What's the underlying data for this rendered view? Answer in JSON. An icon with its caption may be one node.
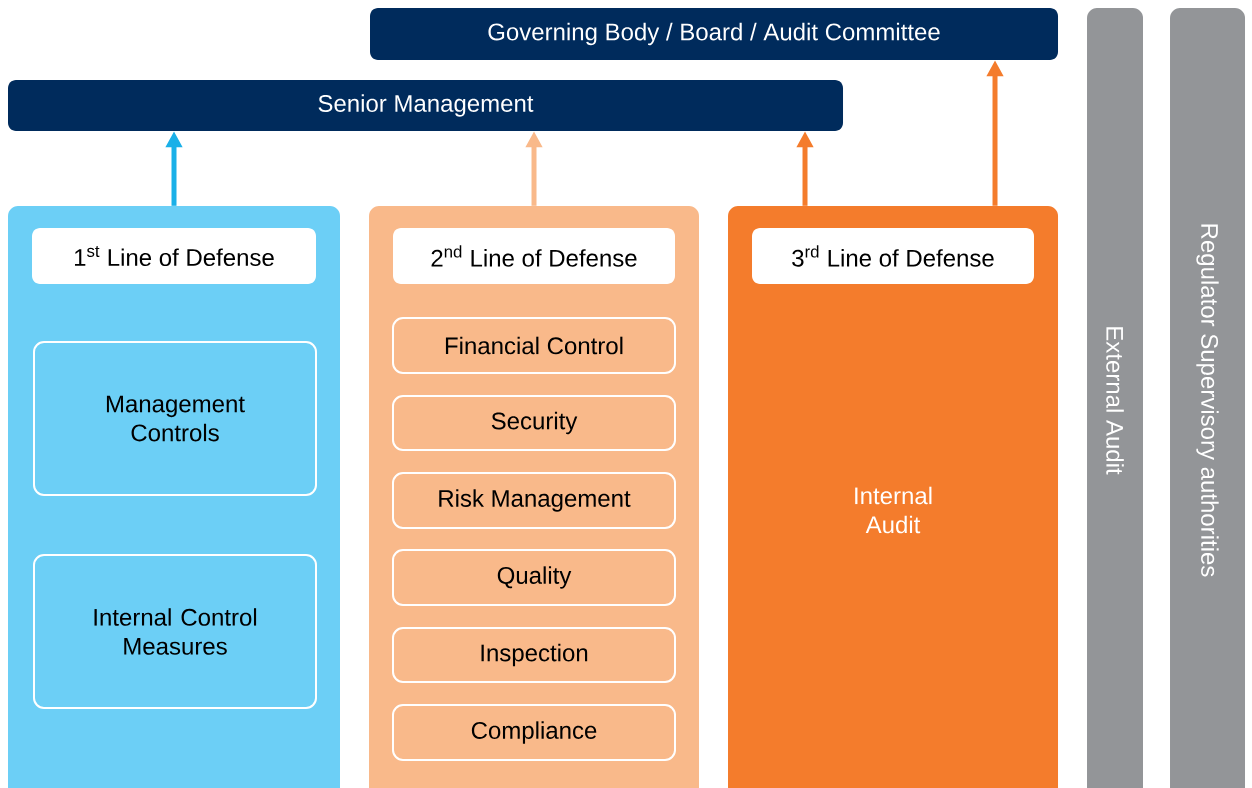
{
  "diagram": {
    "nodes": [
      {
        "text": [
          "Governing Body / Board / Audit Committee"
        ]
      },
      {
        "text": [
          "Senior Management"
        ]
      },
      {
        "text": [
          "1$^{st}$ Line of Defense"
        ]
      },
      {
        "text": [
          "Management Controls"
        ],
        "in": 2
      },
      {
        "text": [
          "Internal Control Measures"
        ],
        "in": 2
      },
      {
        "text": [
          "2$^{nd}$ Line of Defense"
        ]
      },
      {
        "text": [
          "Financial Control"
        ],
        "in": 5
      },
      {
        "text": [
          "Security"
        ],
        "in": 5
      },
      {
        "text": [
          "Risk Management"
        ],
        "in": 5
      },
      {
        "text": [
          "Quality"
        ],
        "in": 5
      },
      {
        "text": [
          "Inspection"
        ],
        "in": 5
      },
      {
        "text": [
          "Compliance"
        ],
        "in": 5
      },
      {
        "text": [
          "3$^{rd}$ Line of Defense",
          "Internal Audit"
        ]
      },
      {
        "text": [
          "External Audit"
        ]
      },
      {
        "text": [
          "Regulator Supervisory authorities"
        ]
      }
    ],
    "edges": [
      {
        "from": 2,
        "to": 1,
        "arrow": "to",
        "color": "#1ab0e8"
      },
      {
        "from": 5,
        "to": 1,
        "arrow": "to",
        "color": "#f9b98a"
      },
      {
        "from": 12,
        "to": 1,
        "arrow": "to",
        "color": "#f47c2c"
      },
      {
        "from": 12,
        "to": 0,
        "arrow": "to",
        "color": "#f47c2c"
      }
    ]
  }
}
